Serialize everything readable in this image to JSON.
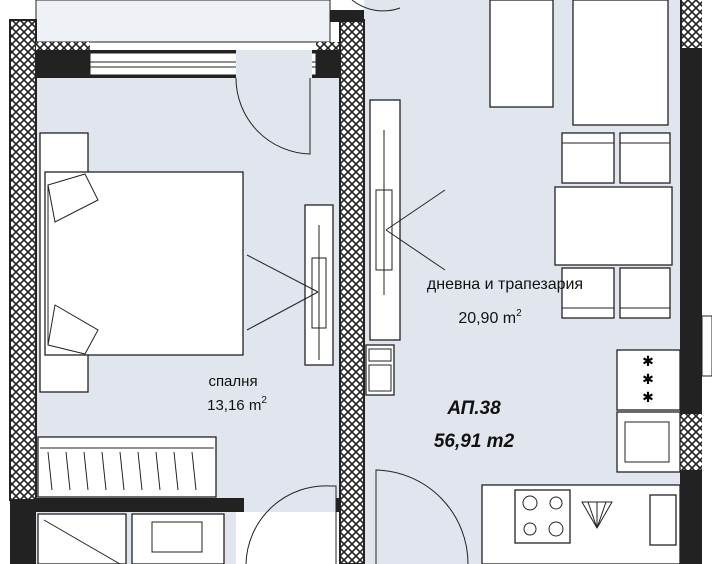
{
  "plan": {
    "apartment_label": "АП.38",
    "apartment_area": "56,91 m2",
    "rooms": [
      {
        "name": "дневна и трапезария",
        "area": "20,90 m",
        "area_unit_sup": "2"
      },
      {
        "name": "спалня",
        "area": "13,16 m",
        "area_unit_sup": "2"
      }
    ]
  },
  "colors": {
    "room_fill": "#e1e6ee",
    "wall": "#222222",
    "furniture": "#ffffff"
  }
}
